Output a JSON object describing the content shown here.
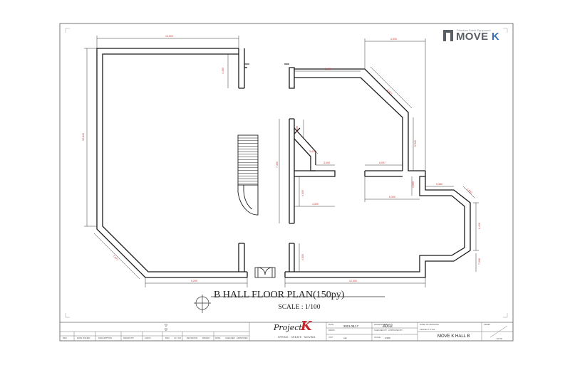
{
  "logo": {
    "tagline": "Premium Event Equipment",
    "word_main": "MOVE",
    "word_accent": "K"
  },
  "drawing": {
    "title": "B HALL FLOOR PLAN(150py)",
    "scale": "SCALE : 1/100"
  },
  "dimensions": {
    "top_left_width": "14,900",
    "top_right_width": "4,000",
    "corridor_width": "3,000",
    "angled_top": "5,471",
    "right_wall": "5,526",
    "stub_height": "4,400",
    "inner_island_height": "7,300",
    "inner_diag": "3,411",
    "inner_short": "3,000",
    "corridor_arm": "3,000",
    "right_inner": "6,097",
    "lower_arm_height": "4,600",
    "lower_arm_width": "6,300",
    "bay_top": "5,350",
    "bay_diag": "1,803",
    "bay_height": "6,410",
    "bay_right_mid": "8,937",
    "bay_low_height": "7,098",
    "left_height": "15,840",
    "bottom_left_diag": "7,071",
    "bottom_left_width": "9,200",
    "bottom_right_width": "12,300",
    "entrance_height": "4,800",
    "left_island_width": "4,300",
    "stair_height": "6,900",
    "mid_right": "4,000"
  },
  "title_block": {
    "rev_headers": [
      "REV.",
      "DATE ISSUED",
      "DESCRIPTION",
      "DRAWN BY",
      "CHK'D",
      "CHECKED BY",
      "APPROVED"
    ],
    "rev_headers_2": [
      "REV.",
      "CLY NO.",
      "REVISIONS",
      "DRAWN",
      "DATE",
      "CHECKED",
      "APPROVED"
    ],
    "date_label": "DATE",
    "date_value": "2021.08.17",
    "drawing_no_label": "DRAWING NO.",
    "drawing_no_value": "A002",
    "drawn_label": "DRWN",
    "checked_label": "CHECKED BY",
    "unit_label": "UNIT",
    "unit_value": "mm",
    "scale_label": "SCALE",
    "scale_value": "1/100",
    "approved_label": "APPROVED BY",
    "drawing_title_label": "NAME OF DRAWING",
    "project_label": "PROJECT TITLE",
    "project_value": "MOVE K HALL B",
    "sheet_label": "SHEET",
    "note_label": "NOTE",
    "brand_script": "Project",
    "brand_k": "K",
    "brand_tag": "SPRING · CREATE · MOVING"
  },
  "colors": {
    "line": "#1a1a1a",
    "dim_line": "#333333",
    "dim_text": "#d23b3b",
    "accent_blue": "#3a6fb3",
    "brand_red": "#c4262e"
  }
}
